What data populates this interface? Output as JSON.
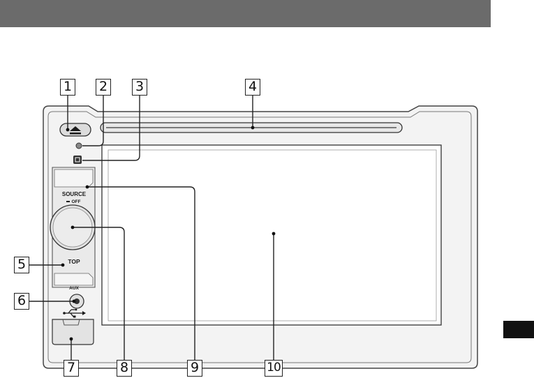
{
  "callouts": {
    "c1": "1",
    "c2": "2",
    "c3": "3",
    "c4": "4",
    "c5": "5",
    "c6": "6",
    "c7": "7",
    "c8": "8",
    "c9": "9",
    "c10": "10"
  },
  "device": {
    "source_label": "SOURCE",
    "off_label": "OFF",
    "top_label": "TOP",
    "aux_label": "AUX",
    "icons": {
      "eject": "eject-icon",
      "usb": "usb-icon",
      "menu": "menu-icon"
    }
  },
  "colors": {
    "header": "#6b6b6b",
    "side_tab": "#111111"
  }
}
